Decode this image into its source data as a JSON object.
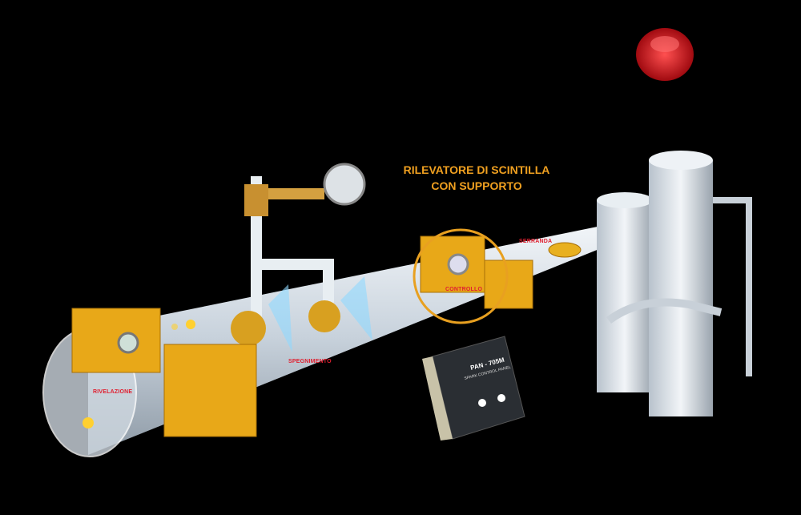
{
  "title": {
    "line1": "RILEVATORE DI SCINTILLA",
    "line2": "CON SUPPORTO"
  },
  "labels": {
    "detection": "RIVELAZIONE",
    "extinguishing": "SPEGNIMENTO",
    "control": "CONTROLLO",
    "damper": "SERRANDA"
  },
  "panel": {
    "model": "PAN - 705M",
    "name": "SPARK CONTROL PANEL"
  },
  "colors": {
    "background": "#000000",
    "title": "#f0a020",
    "label": "#e02030",
    "housing": "#e8a818",
    "duct": "#dfe6ee"
  }
}
